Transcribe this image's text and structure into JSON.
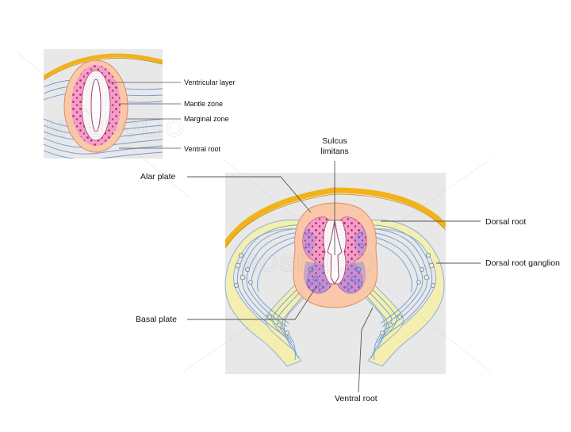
{
  "inset": {
    "labels": {
      "ventricular_layer": "Ventricular layer",
      "mantle_zone": "Mantle zone",
      "marginal_zone": "Marginal zone",
      "ventral_root": "Ventral root"
    }
  },
  "main": {
    "labels": {
      "sulcus_line1": "Sulcus",
      "sulcus_line2": "limitans",
      "alar_plate": "Alar plate",
      "dorsal_root": "Dorsal root",
      "dorsal_root_ganglion": "Dorsal root ganglion",
      "basal_plate": "Basal plate",
      "ventral_root": "Ventral root"
    }
  },
  "watermark": "MOSFOLIO",
  "colors": {
    "background_panel": "#e8e8e8",
    "ectoderm": "#f2b21a",
    "mesoderm": "#f9c8a8",
    "mantle": "#f0a0c8",
    "dots": "#d0186a",
    "neuron": "#5a78d8",
    "nerve_fill": "#f4efb0",
    "nerve_line": "#6a9bd6",
    "leader_line": "#555555"
  }
}
